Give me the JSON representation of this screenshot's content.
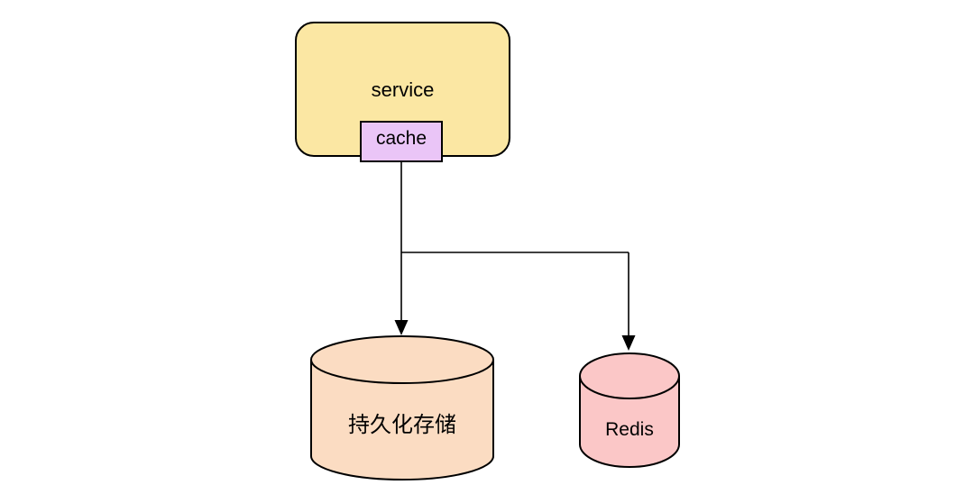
{
  "canvas": {
    "background": "#ffffff",
    "stroke_color": "#000000"
  },
  "nodes": {
    "service": {
      "label": "service",
      "fill": "#FBE7A3",
      "shape": "rounded-rectangle"
    },
    "cache": {
      "label": "cache",
      "fill": "#EAC5F7",
      "shape": "rectangle"
    },
    "storage": {
      "label": "持久化存储",
      "fill": "#FBDCC2",
      "shape": "cylinder"
    },
    "redis": {
      "label": "Redis",
      "fill": "#FBC7C7",
      "shape": "cylinder"
    }
  },
  "edges": [
    {
      "from": "cache",
      "to": "storage",
      "style": "arrow-down"
    },
    {
      "from": "cache",
      "to": "redis",
      "style": "arrow-elbow-right-down"
    }
  ]
}
